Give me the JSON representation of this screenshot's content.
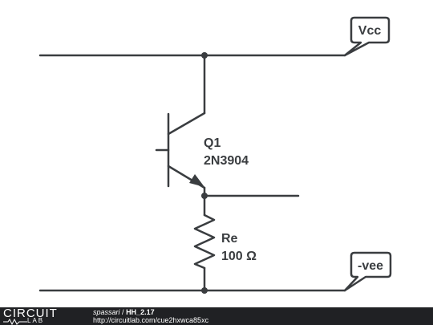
{
  "schematic": {
    "supply_top_label": "Vcc",
    "supply_bottom_label": "-vee",
    "transistor": {
      "ref": "Q1",
      "part": "2N3904"
    },
    "resistor": {
      "ref": "Re",
      "value": "100 Ω"
    }
  },
  "footer": {
    "logo_top": "CIRCUIT",
    "logo_bottom": "LAB",
    "author": "spassari",
    "separator": "/",
    "title": "HH_2.17",
    "url": "http://circuitlab.com/cue2hxwca85xc"
  },
  "colors": {
    "wire": "#3a3d40",
    "footer_bg": "#202124",
    "background": "#ffffff"
  }
}
